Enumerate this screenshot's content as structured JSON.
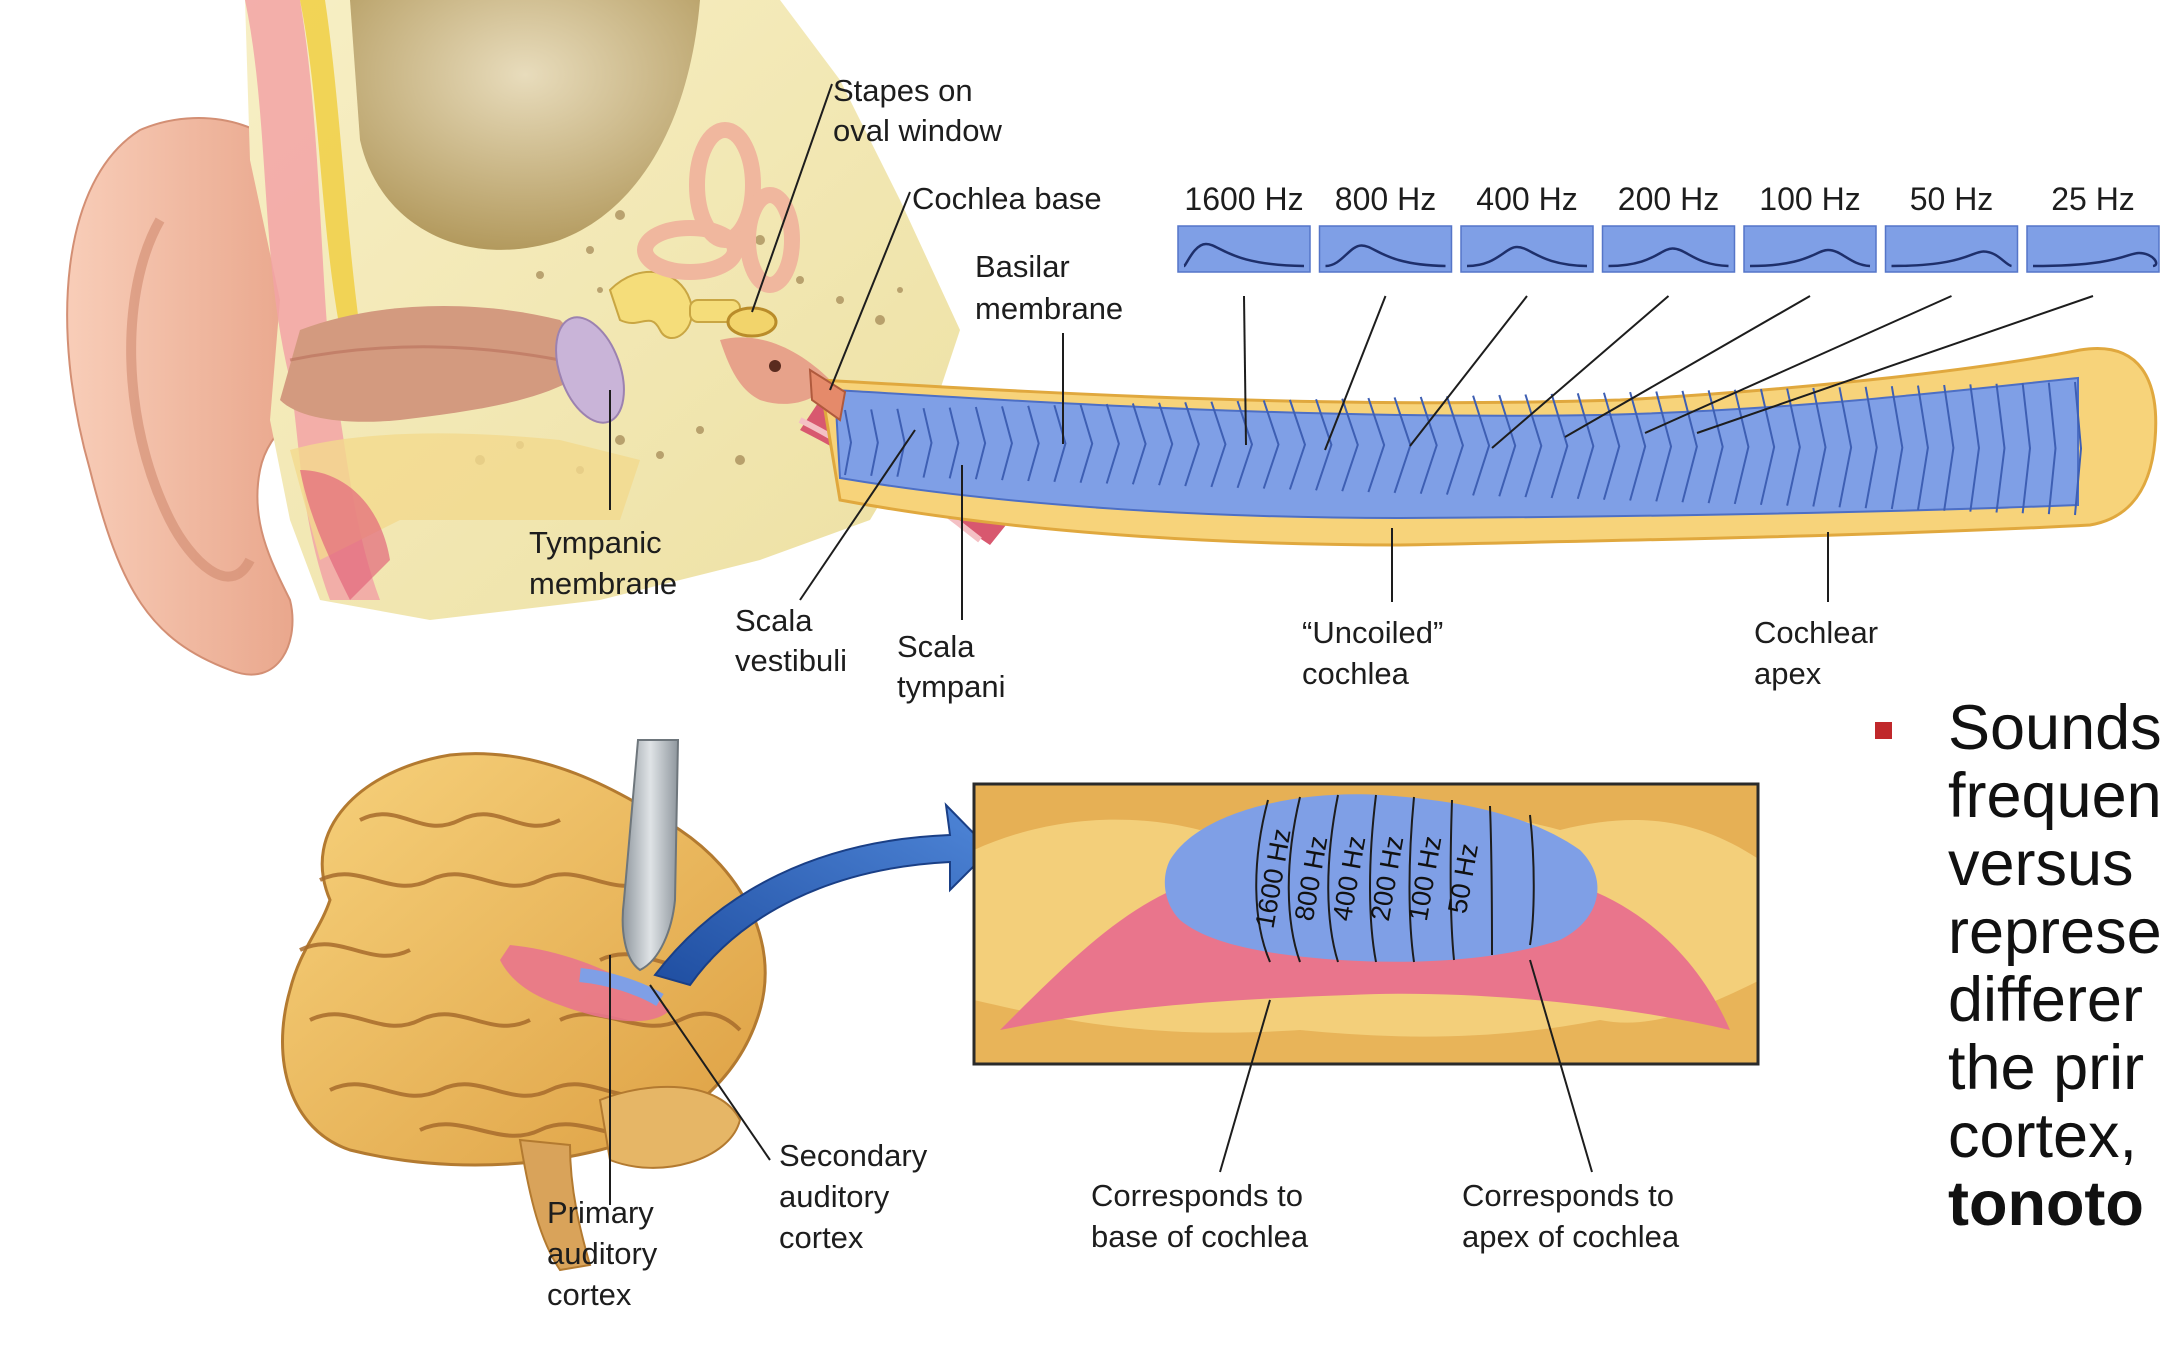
{
  "labels": {
    "stapes": [
      "Stapes on",
      "oval window"
    ],
    "cochlea_base": "Cochlea base",
    "basilar": [
      "Basilar",
      "membrane"
    ],
    "tympanic": [
      "Tympanic",
      "membrane"
    ],
    "scala_vestibuli": [
      "Scala",
      "vestibuli"
    ],
    "scala_tympani": [
      "Scala",
      "tympani"
    ],
    "uncoiled": [
      "“Uncoiled”",
      "cochlea"
    ],
    "apex": [
      "Cochlear",
      "apex"
    ],
    "secondary": [
      "Secondary",
      "auditory",
      "cortex"
    ],
    "primary": [
      "Primary",
      "auditory",
      "cortex"
    ],
    "corr_base": [
      "Corresponds to",
      "base of cochlea"
    ],
    "corr_apex": [
      "Corresponds to",
      "apex of cochlea"
    ]
  },
  "frequencies": [
    "1600 Hz",
    "800 Hz",
    "400 Hz",
    "200 Hz",
    "100 Hz",
    "50 Hz",
    "25 Hz"
  ],
  "cortex_frequencies": [
    "1600 Hz",
    "800 Hz",
    "400 Hz",
    "200 Hz",
    "100 Hz",
    "50 Hz"
  ],
  "bullet_lines": [
    "Sounds",
    "frequen",
    "versus",
    "represe",
    "differer",
    "the prir",
    "cortex,",
    "tonoto"
  ],
  "colors": {
    "membrane_blue": "#7f9fe6",
    "cochlea_yellow": "#f7d37a",
    "cortex_pink": "#e9758c",
    "skin": "#f2b49a",
    "bullet_red": "#c0282b"
  }
}
